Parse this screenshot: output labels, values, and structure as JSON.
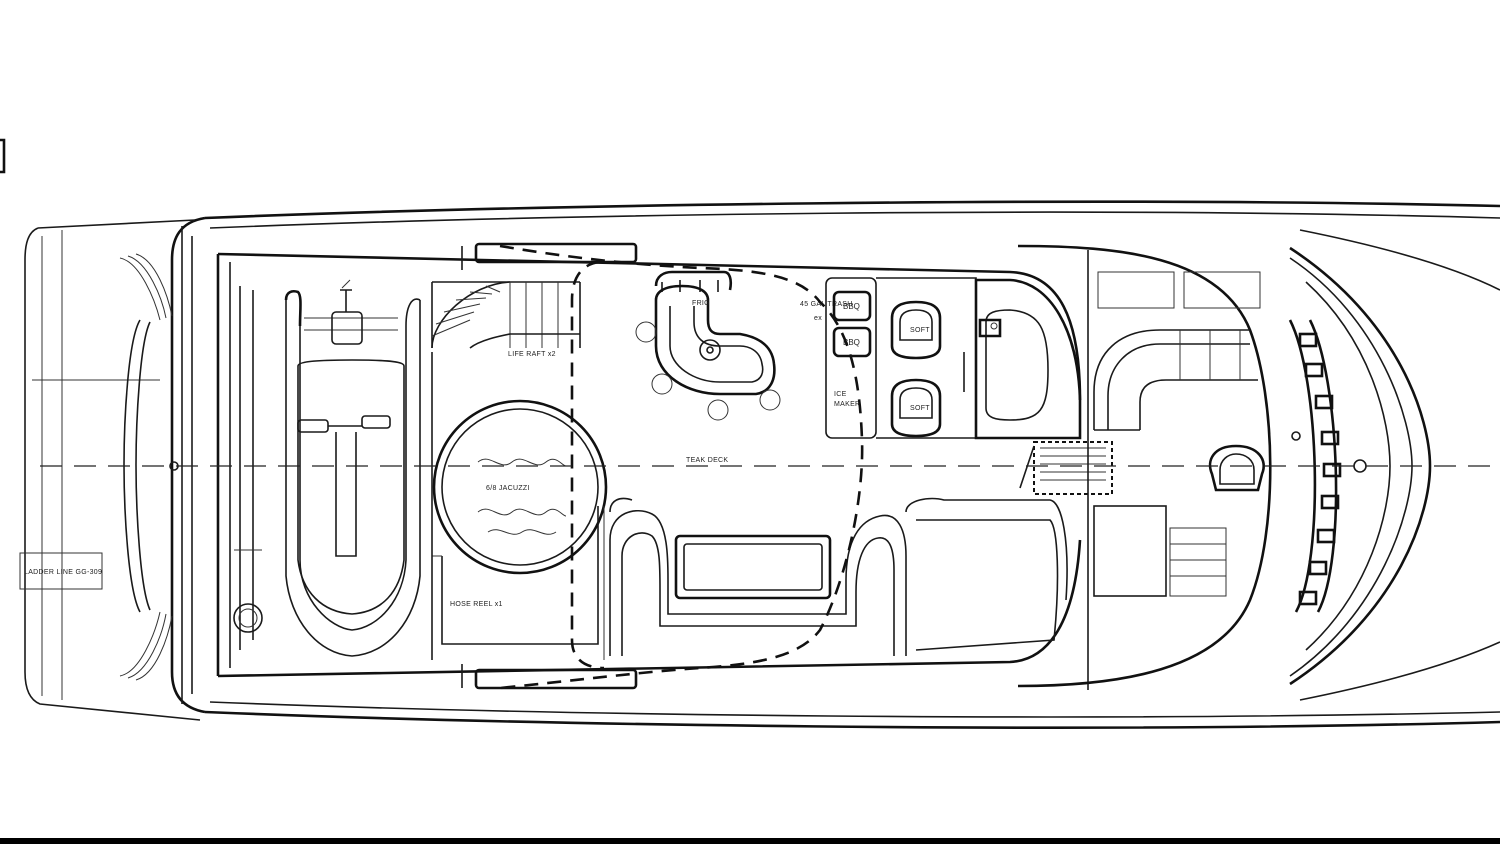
{
  "labels": {
    "lift_aft": "LIFE RAFT x2",
    "frig": "FRIG",
    "trash": "45 GAL TRASH",
    "trash_suffix": "ex",
    "bbq_1": "BBQ",
    "bbq_2": "BBQ",
    "ice_maker_1": "ICE",
    "ice_maker_2": "MAKER",
    "seat_1": "SOFT",
    "seat_2": "SOFT",
    "jacuzzi": "6/8 JACUZZI",
    "teak_deck": "TEAK DECK",
    "hose_reel": "HOSE REEL x1",
    "ladder_line": "LADDER LINE GG-309"
  }
}
